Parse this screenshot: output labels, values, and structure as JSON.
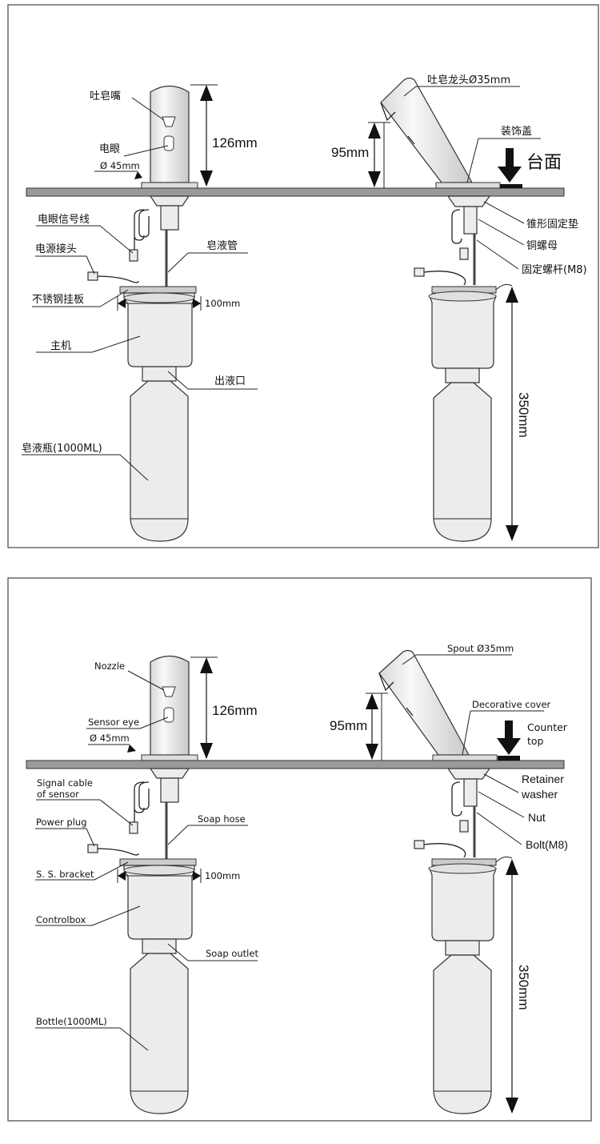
{
  "panel_cn": {
    "labels": {
      "nozzle": "吐皂嘴",
      "sensor_eye": "电眼",
      "diameter": "Ø 45mm",
      "signal_cable": "电眼信号线",
      "power_plug": "电源接头",
      "bracket": "不锈钢挂板",
      "controlbox": "主机",
      "bottle": "皂液瓶(1000ML)",
      "soap_hose": "皂液管",
      "soap_outlet": "出液口",
      "bracket_width": "100mm",
      "spout": "吐皂龙头Ø35mm",
      "decorative_cover": "装饰盖",
      "counter_top": "台面",
      "retainer_washer": "锥形固定垫",
      "nut": "铜螺母",
      "bolt": "固定螺杆(M8)",
      "height_126": "126mm",
      "height_95": "95mm",
      "height_350": "350mm"
    }
  },
  "panel_en": {
    "labels": {
      "nozzle": "Nozzle",
      "sensor_eye": "Sensor eye",
      "diameter": "Ø 45mm",
      "signal_cable_1": "Signal cable",
      "signal_cable_2": "of sensor",
      "power_plug": "Power plug",
      "bracket": "S. S. bracket",
      "controlbox": "Controlbox",
      "bottle": "Bottle(1000ML)",
      "soap_hose": "Soap  hose",
      "soap_outlet": "Soap  outlet",
      "bracket_width": "100mm",
      "spout": "Spout Ø35mm",
      "decorative_cover": "Decorative cover",
      "counter_top_1": "Counter",
      "counter_top_2": "top",
      "retainer_washer_1": "Retainer",
      "retainer_washer_2": "washer",
      "nut": "Nut",
      "bolt": "Bolt(M8)",
      "height_126": "126mm",
      "height_95": "95mm",
      "height_350": "350mm"
    }
  }
}
